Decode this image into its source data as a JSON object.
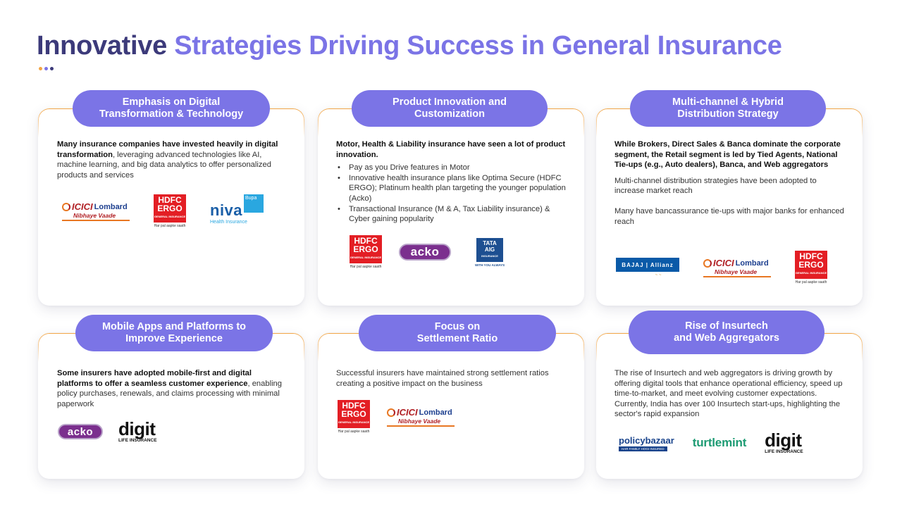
{
  "title": {
    "part1": "Innovative",
    "part2": "Strategies Driving Success in General Insurance"
  },
  "colors": {
    "accent": "#7b74e6",
    "dark": "#3c3a7a",
    "border": "#f2a545",
    "dot1": "#f2a545",
    "dot2": "#7b74e6",
    "dot3": "#3c3a7a"
  },
  "cards": [
    {
      "title_line1": "Emphasis on Digital",
      "title_line2": "Transformation & Technology",
      "bold": "Many insurance companies have invested heavily in digital transformation",
      "text": ", leveraging advanced technologies like AI, machine learning, and big data analytics to offer personalized products and services",
      "logos": [
        "icici-lombard",
        "hdfc-ergo",
        "niva-bupa"
      ]
    },
    {
      "title_line1": "Product Innovation and",
      "title_line2": "Customization",
      "bold": "Motor, Health & Liability insurance have seen a lot of product innovation.",
      "bullets": [
        "Pay as you Drive features in Motor",
        "Innovative health insurance plans like Optima Secure (HDFC ERGO); Platinum health plan targeting the younger population (Acko)",
        "Transactional Insurance (M & A, Tax Liability insurance) & Cyber gaining popularity"
      ],
      "logos": [
        "hdfc-ergo",
        "acko",
        "tata-aig"
      ]
    },
    {
      "title_line1": "Multi-channel & Hybrid",
      "title_line2": "Distribution Strategy",
      "bold": "While Brokers, Direct Sales & Banca dominate the corporate segment, the Retail segment is led by Tied Agents, National Tie-ups (e.g., Auto dealers), Banca, and Web aggregators",
      "para1": "Multi-channel distribution strategies have been adopted to increase market reach",
      "para2": "Many have bancassurance tie-ups with major banks for enhanced reach",
      "logos": [
        "bajaj-allianz",
        "icici-lombard",
        "hdfc-ergo"
      ]
    },
    {
      "title_line1": "Mobile Apps and Platforms to",
      "title_line2": "Improve Experience",
      "bold": "Some insurers have adopted mobile-first and digital platforms to offer a seamless customer experience",
      "text": ", enabling policy purchases, renewals, and claims processing with minimal paperwork",
      "logos": [
        "acko",
        "digit"
      ]
    },
    {
      "title_line1": "Focus on",
      "title_line2": "Settlement Ratio",
      "text": "Successful insurers have maintained strong settlement ratios creating a positive impact on the business",
      "logos": [
        "hdfc-ergo",
        "icici-lombard"
      ]
    },
    {
      "title_line1": "Rise of Insurtech",
      "title_line2": "and Web Aggregators",
      "text": "The rise of Insurtech and web aggregators is driving growth by offering digital tools that enhance operational efficiency, speed up time-to-market, and meet evolving customer expectations. Currently, India has over 100 Insurtech start-ups, highlighting the sector's rapid expansion",
      "logos": [
        "policybazaar",
        "turtlemint",
        "digit"
      ]
    }
  ],
  "logo_text": {
    "icici_main": "ICICI",
    "icici_lombard": "Lombard",
    "icici_tag": "Nibhaye Vaade",
    "hdfc_1": "HDFC",
    "hdfc_2": "ERGO",
    "hdfc_sub": "GENERAL INSURANCE",
    "hdfc_tag": "Har pal aapke saath",
    "niva": "niva",
    "bupa": "Bupa",
    "niva_tag": "Health Insurance",
    "acko": "acko",
    "tata_1": "TATA",
    "tata_2": "AIG",
    "tata_sub": "INSURANCE",
    "tata_tag": "WITH YOU ALWAYS",
    "bajaj": "BAJAJ | Allianz",
    "digit": "digit",
    "digit_tag": "LIFE INSURANCE",
    "pb": "policybazaar",
    "pb_tag": "HAR FAMILY HOGI INSURED",
    "turtlemint": "turtlemint"
  }
}
